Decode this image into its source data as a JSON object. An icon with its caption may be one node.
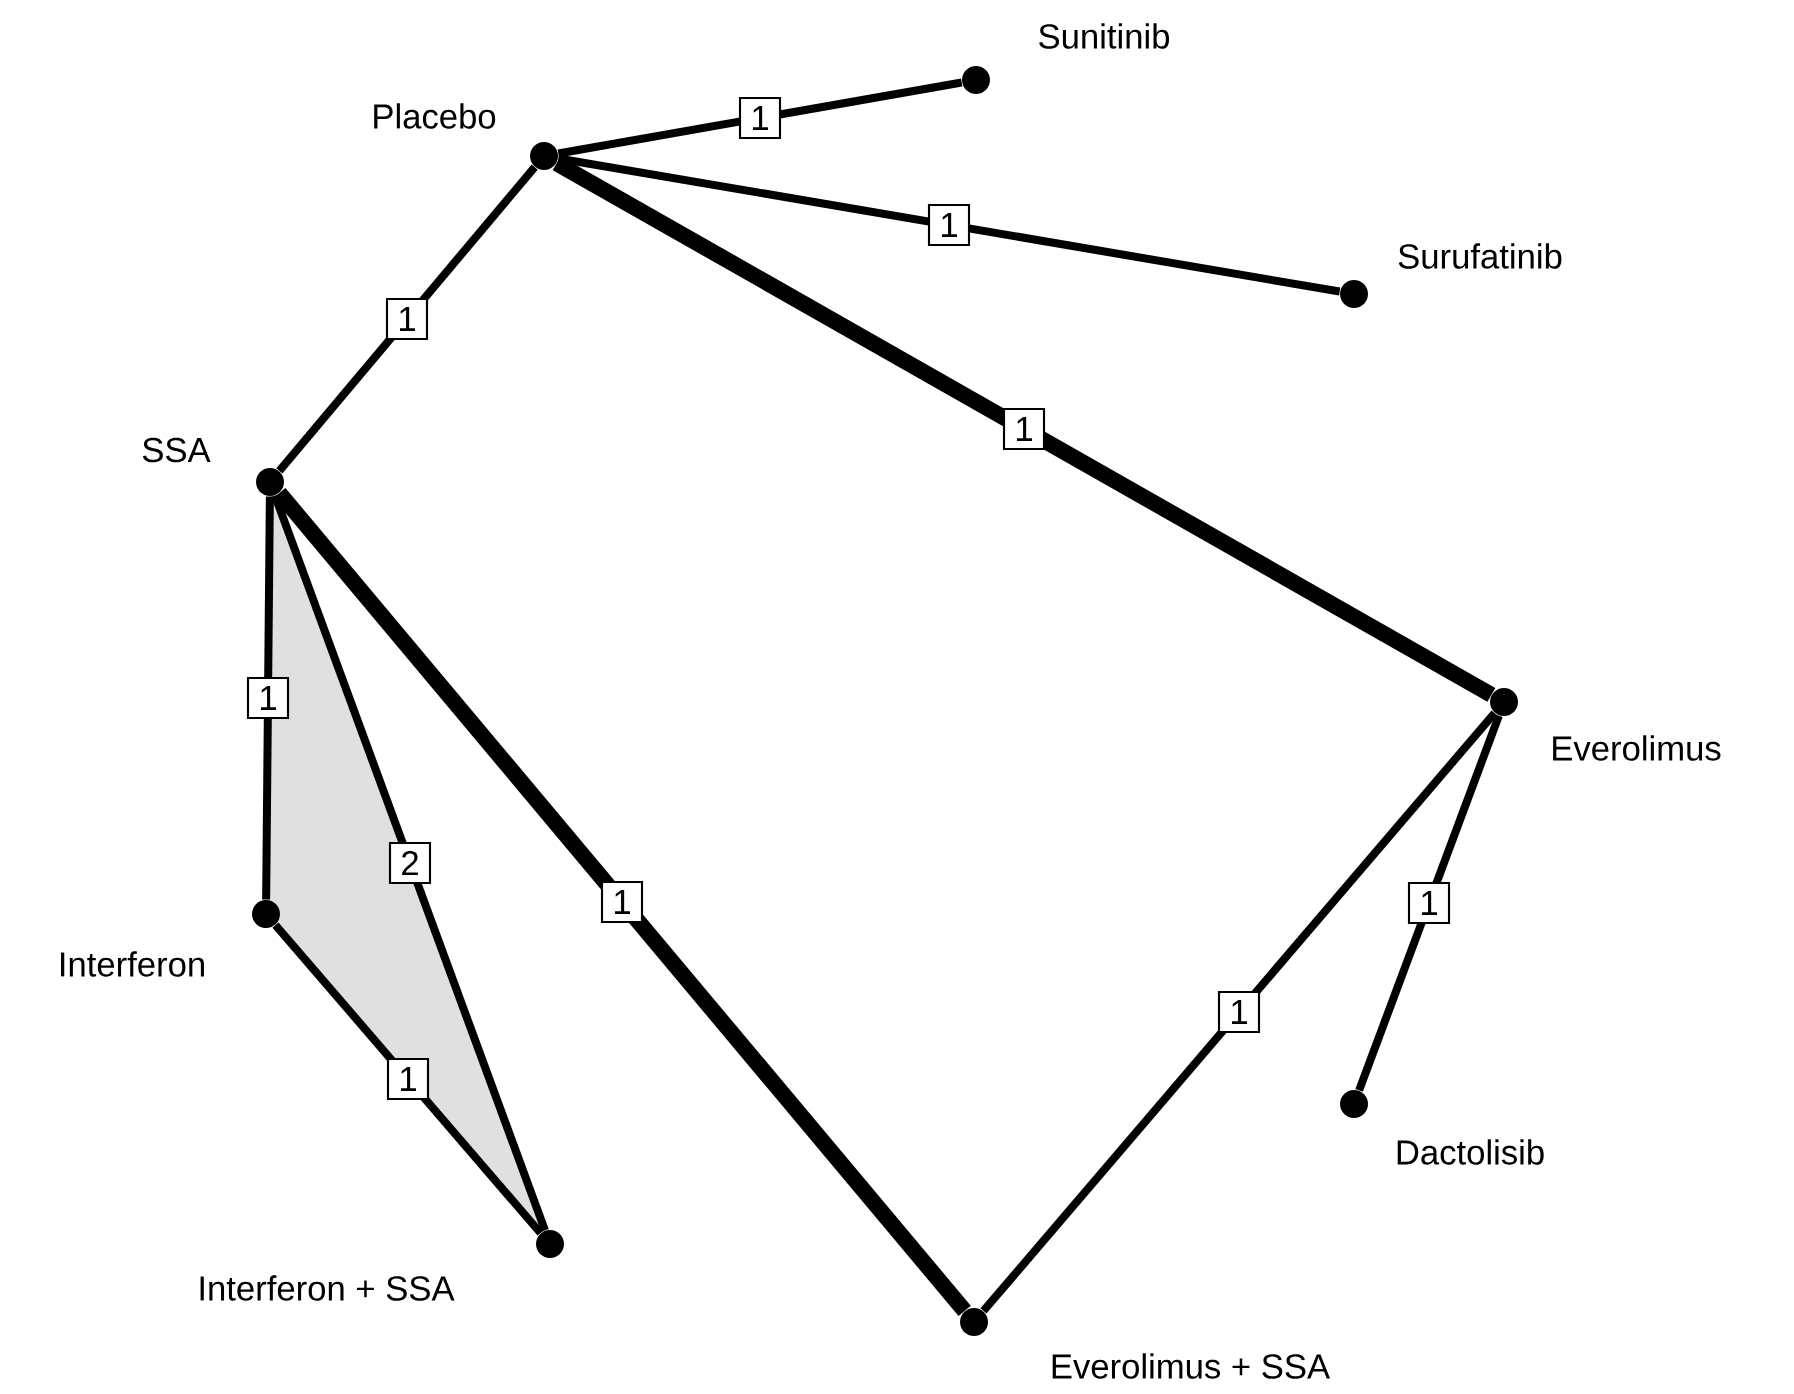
{
  "diagram": {
    "nodes": [
      {
        "text": [],
        "shape": "circle",
        "beside": [
          "Placebo"
        ]
      },
      {
        "text": [],
        "shape": "circle",
        "beside": [
          "Sunitinib"
        ]
      },
      {
        "text": [],
        "shape": "circle",
        "beside": [
          "Surufatinib"
        ]
      },
      {
        "text": [],
        "shape": "circle",
        "beside": [
          "SSA"
        ]
      },
      {
        "text": [],
        "shape": "circle",
        "beside": [
          "Everolimus"
        ]
      },
      {
        "text": [],
        "shape": "circle",
        "beside": [
          "Interferon"
        ]
      },
      {
        "text": [],
        "shape": "circle",
        "beside": [
          "Dactolisib"
        ]
      },
      {
        "text": [],
        "shape": "circle",
        "beside": [
          "Interferon + SSA"
        ]
      },
      {
        "text": [],
        "shape": "circle",
        "beside": [
          "Everolimus + SSA"
        ]
      }
    ],
    "edges": [
      {
        "from": 0,
        "to": 1,
        "arrow": "none",
        "label": "1"
      },
      {
        "from": 0,
        "to": 2,
        "arrow": "none",
        "label": "1"
      },
      {
        "from": 0,
        "to": 3,
        "arrow": "none",
        "label": "1"
      },
      {
        "from": 0,
        "to": 4,
        "arrow": "none",
        "label": "1",
        "style": "thick"
      },
      {
        "from": 3,
        "to": 5,
        "arrow": "none",
        "label": "1"
      },
      {
        "from": 3,
        "to": 7,
        "arrow": "none",
        "label": "2"
      },
      {
        "from": 3,
        "to": 8,
        "arrow": "none",
        "label": "1",
        "style": "thick"
      },
      {
        "from": 5,
        "to": 7,
        "arrow": "none",
        "label": "1"
      },
      {
        "from": 4,
        "to": 8,
        "arrow": "none",
        "label": "1"
      },
      {
        "from": 4,
        "to": 6,
        "arrow": "none",
        "label": "1"
      }
    ]
  }
}
